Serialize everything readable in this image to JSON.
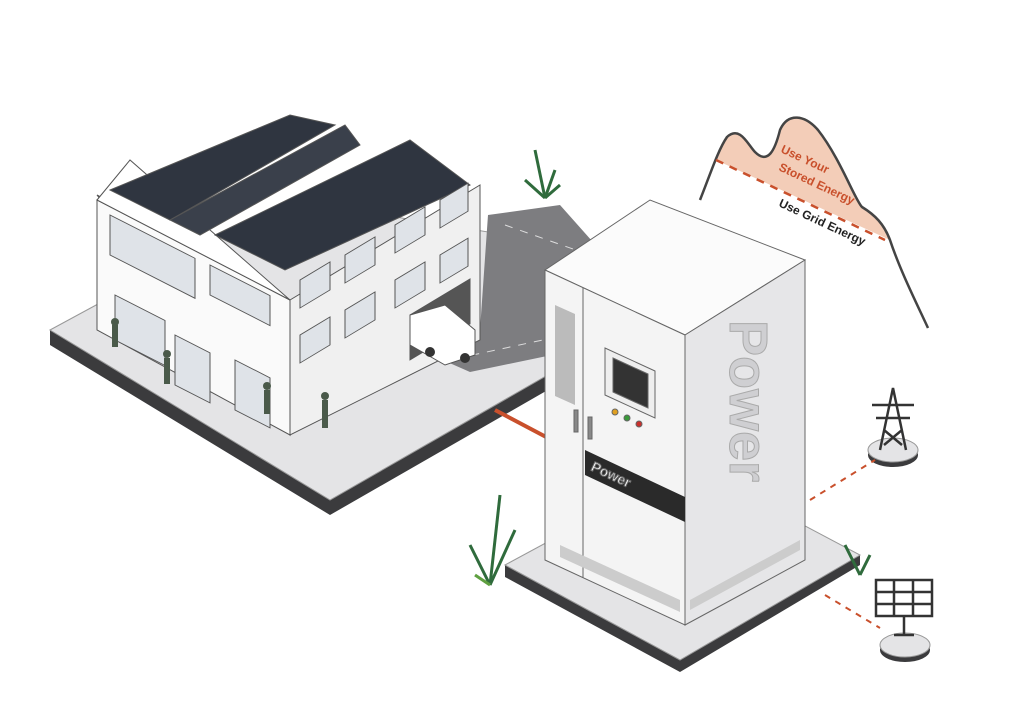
{
  "energy_curve": {
    "stored_label_line1": "Use Your",
    "stored_label_line2": "Stored Energy",
    "grid_label": "Use Grid Energy"
  },
  "cabinet": {
    "front_brand": "Power",
    "side_brand": "Power"
  },
  "colors": {
    "accent": "#c9502c",
    "stored_fill": "#f3cdb8",
    "platform": "#e4e4e6",
    "platform_edge": "#3b3b3d",
    "cabinet": "#f4f4f4"
  }
}
